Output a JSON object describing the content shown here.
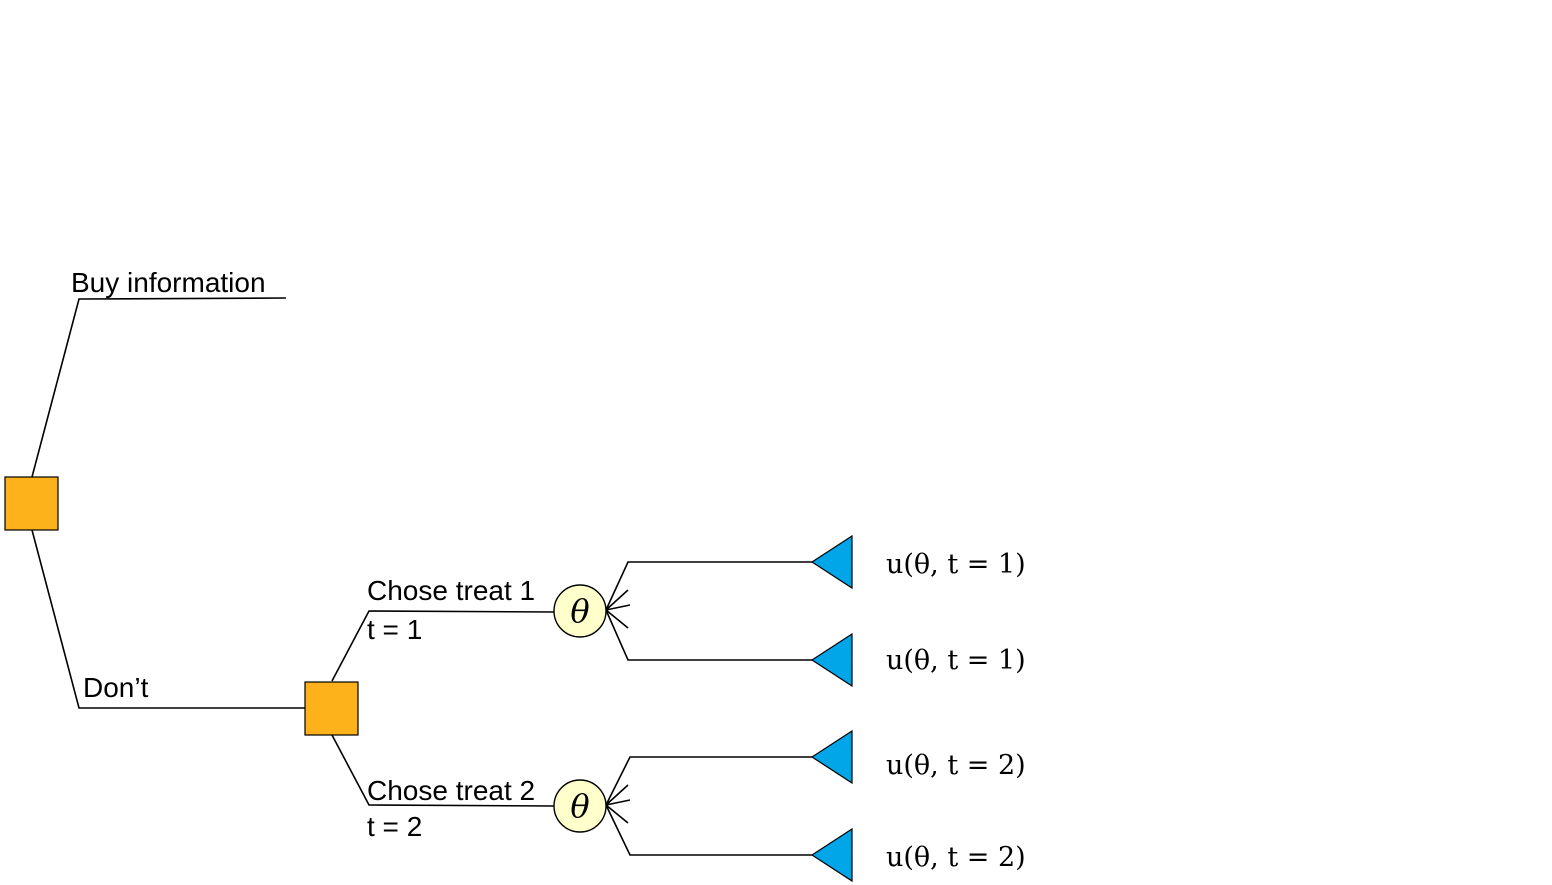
{
  "colors": {
    "decision_node": "#FDB11B",
    "chance_node": "#FFFFCC",
    "terminal_node": "#00A6E8",
    "line": "#000000"
  },
  "branches": {
    "buy": "Buy information",
    "dont": "Don’t",
    "treat1": "Chose treat 1",
    "t1": "t = 1",
    "treat2": "Chose treat 2",
    "t2": "t = 2"
  },
  "chance_symbol": "θ",
  "payoffs": [
    "u(θ, t = 1)",
    "u(θ, t = 1)",
    "u(θ, t = 2)",
    "u(θ, t = 2)"
  ]
}
